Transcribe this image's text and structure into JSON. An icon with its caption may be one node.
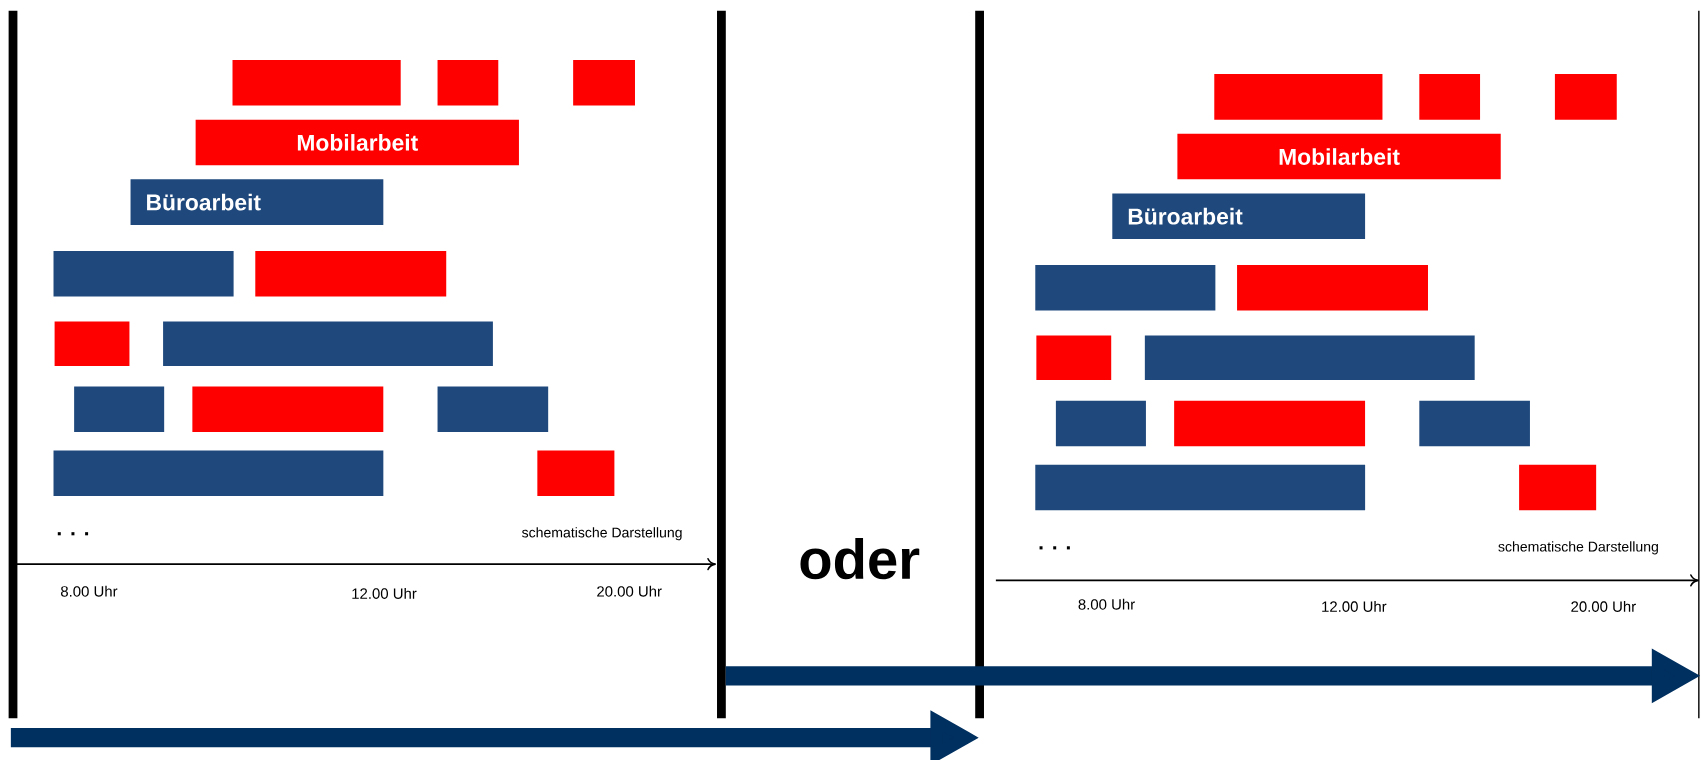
{
  "diagram": {
    "nodes": [
      {
        "text": [],
        "shape": "bar"
      },
      {
        "text": [],
        "shape": "bar"
      },
      {
        "text": [],
        "shape": "bar"
      },
      {
        "text": [
          "Mobilarbeit"
        ]
      },
      {
        "text": [
          "Büroarbeit"
        ]
      },
      {
        "text": [],
        "shape": "bar"
      },
      {
        "text": [],
        "shape": "bar"
      },
      {
        "text": [],
        "shape": "bar"
      },
      {
        "text": [],
        "shape": "bar"
      },
      {
        "text": [],
        "shape": "bar"
      },
      {
        "text": [],
        "shape": "bar"
      },
      {
        "text": [],
        "shape": "bar"
      },
      {
        "text": [],
        "shape": "bar"
      },
      {
        "text": [],
        "shape": "bar"
      },
      {
        "text": [],
        "shape": "bar"
      },
      {
        "text": [],
        "shape": "bar"
      },
      {
        "text": [],
        "shape": "bar"
      },
      {
        "text": [
          "Mobilarbeit"
        ]
      },
      {
        "text": [
          "Büroarbeit"
        ]
      },
      {
        "text": [],
        "shape": "bar"
      },
      {
        "text": [],
        "shape": "bar"
      },
      {
        "text": [],
        "shape": "bar"
      },
      {
        "text": [],
        "shape": "bar"
      },
      {
        "text": [],
        "shape": "bar"
      },
      {
        "text": [],
        "shape": "bar"
      },
      {
        "text": [],
        "shape": "bar"
      },
      {
        "text": [],
        "shape": "bar"
      },
      {
        "text": [],
        "shape": "bar"
      }
    ],
    "labels": [
      ". . .",
      "schematische Darstellung",
      "8.00 Uhr",
      "12.00 Uhr",
      "20.00 Uhr",
      "oder",
      ". . .",
      "schematische Darstellung",
      "8.00 Uhr",
      "12.00 Uhr",
      "20.00 Uhr"
    ]
  }
}
